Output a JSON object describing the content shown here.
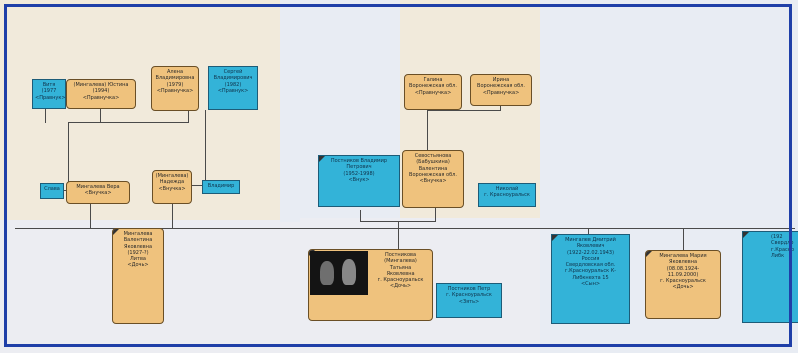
{
  "colors": {
    "card_orange": "#efc27d",
    "card_blue": "#33b3d8",
    "frame_blue": "#1f3fa8"
  },
  "cards": {
    "vitya": [
      "Витя",
      "(1977",
      "<Правнук>"
    ],
    "yustina": [
      "(Мингалева) Юстина",
      "(1994)",
      "<Правнучка>"
    ],
    "alena": [
      "Алена",
      "Владимировна",
      "(1979)",
      "<Правнучка>"
    ],
    "sergey": [
      "Сергей",
      "Владимирович",
      "(1982)",
      "<Правнук>"
    ],
    "slava": [
      "Слава"
    ],
    "vera": [
      "Мингалева Вера",
      "<Внучка>"
    ],
    "nadezhda": [
      "(Мингалева)",
      "Надежда",
      "<Внучка>"
    ],
    "vladimir": [
      "Владимир"
    ],
    "galina": [
      "Галина",
      "Воронежская обл.",
      "<Правнучка>"
    ],
    "irina": [
      "Ирина",
      "Воронежская обл.",
      "<Правнучка>"
    ],
    "postnikov_vladimir": [
      "Постников Владимир",
      "Петрович",
      "(1952-1998)",
      "<Внук>"
    ],
    "sevostyanova": [
      "Севостьянова",
      "(Бабушкина)",
      "Валентина",
      "Воронежская обл.",
      "<Внучка>"
    ],
    "nikolay": [
      "Николай",
      "г. Красноуральск"
    ],
    "valentina": [
      "Мингалева",
      "Валентина",
      "Яковлевна",
      "(1927-?)",
      "Литва",
      "<Дочь>"
    ],
    "tatyana": [
      "Постникова",
      "(Мингалева)",
      "Татьяна",
      "Яковлевна",
      "г. Красноуральск",
      "<Дочь>"
    ],
    "postnikov_petr": [
      "Постников Петр",
      "г. Красноуральск",
      "<Зять>"
    ],
    "dmitriy": [
      "Мингалев Дмитрий",
      "Яковлевич",
      "(1922-22.02.1943)",
      "Россия",
      "Свердловская обл.",
      "г.Красноуральск К-",
      "Либкнехта 15",
      "<Сын>"
    ],
    "mariya": [
      "Мингалева Мария",
      "Яковлевна",
      "(08.08.1924-",
      "11.09.2000)",
      "г. Красноуральск",
      "<Дочь>"
    ],
    "edge": [
      "",
      "",
      "(192",
      "",
      "Свердло",
      "г.Красно",
      "Либк"
    ]
  }
}
